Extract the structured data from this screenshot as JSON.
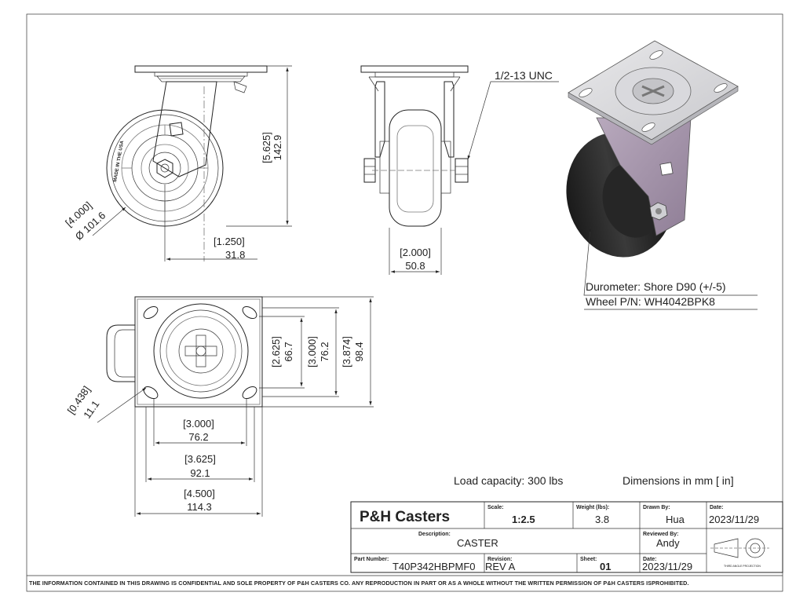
{
  "dimensions": {
    "height_in": "[5.625]",
    "height_mm": "142.9",
    "wheel_dia_in": "[4.000]",
    "wheel_dia_mm": "Ø 101.6",
    "swivel_lead_in": "[1.250]",
    "swivel_lead_mm": "31.8",
    "wheel_width_in": "[2.000]",
    "wheel_width_mm": "50.8",
    "hole_spacing_y_in": "[2.625]",
    "hole_spacing_y_mm": "66.7",
    "hole_outer_y_in": "[3.000]",
    "hole_outer_y_mm": "76.2",
    "plate_height_in": "[3.874]",
    "plate_height_mm": "98.4",
    "slot_in": "[0.438]",
    "slot_mm": "11.1",
    "hole_spacing_x_in": "[3.000]",
    "hole_spacing_x_mm": "76.2",
    "hole_outer_x_in": "[3.625]",
    "hole_outer_x_mm": "92.1",
    "plate_width_in": "[4.500]",
    "plate_width_mm": "114.3"
  },
  "notes": {
    "thread": "1/2-13 UNC",
    "durometer": "Durometer: Shore D90 (+/-5)",
    "wheel_pn": "Wheel P/N: WH4042BPK8",
    "load": "Load capacity: 300 lbs",
    "units": "Dimensions in mm [ in]",
    "wheel_marking": "MADE IN THE USA"
  },
  "title_block": {
    "company": "P&H Casters",
    "scale_label": "Scale:",
    "scale_value": "1:2.5",
    "weight_label": "Weight (lbs):",
    "weight_value": "3.8",
    "drawn_label": "Drawn By:",
    "drawn_value": "Hua",
    "date_label": "Date:",
    "date_value": "2023/11/29",
    "description_label": "Description:",
    "description_value": "CASTER",
    "reviewed_label": "Reviewed By:",
    "reviewed_value": "Andy",
    "part_label": "Part Number:",
    "part_value": "T40P342HBPMF0",
    "revision_label": "Revision:",
    "revision_value": "REV A",
    "sheet_label": "Sheet:",
    "sheet_value": "01",
    "date2_label": "Date:",
    "date2_value": "2023/11/29",
    "projection_caption": "THIRD ANGLE PROJECTION"
  },
  "footer": "THE INFORMATION CONTAINED IN THIS DRAWING IS CONFIDENTIAL AND SOLE PROPERTY OF P&H CASTERS CO.  ANY REPRODUCTION IN PART OR AS A WHOLE WITHOUT THE WRITTEN PERMISSION OF P&H CASTERS ISPROHIBITED."
}
